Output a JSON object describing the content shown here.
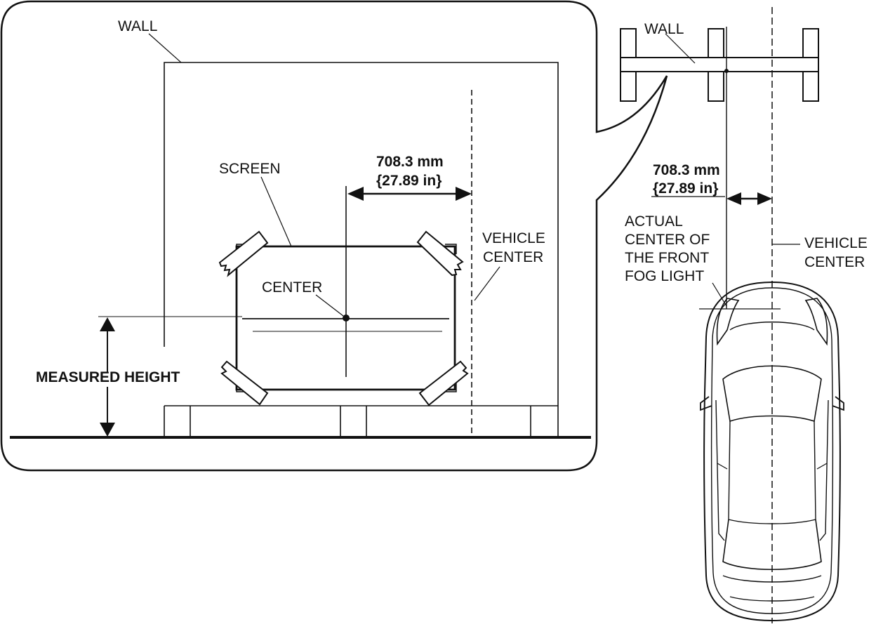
{
  "labels": {
    "wall_left": "WALL",
    "screen": "SCREEN",
    "distance_mm_left": "708.3 mm",
    "distance_in_left": "{27.89 in}",
    "vehicle_center_left_1": "VEHICLE",
    "vehicle_center_left_2": "CENTER",
    "center": "CENTER",
    "measured_height": "MEASURED HEIGHT",
    "wall_right": "WALL",
    "distance_mm_right": "708.3 mm",
    "distance_in_right": "{27.89 in}",
    "fog_light_1": "ACTUAL",
    "fog_light_2": "CENTER OF",
    "fog_light_3": "THE FRONT",
    "fog_light_4": "FOG LIGHT",
    "vehicle_center_right_1": "VEHICLE",
    "vehicle_center_right_2": "CENTER"
  }
}
